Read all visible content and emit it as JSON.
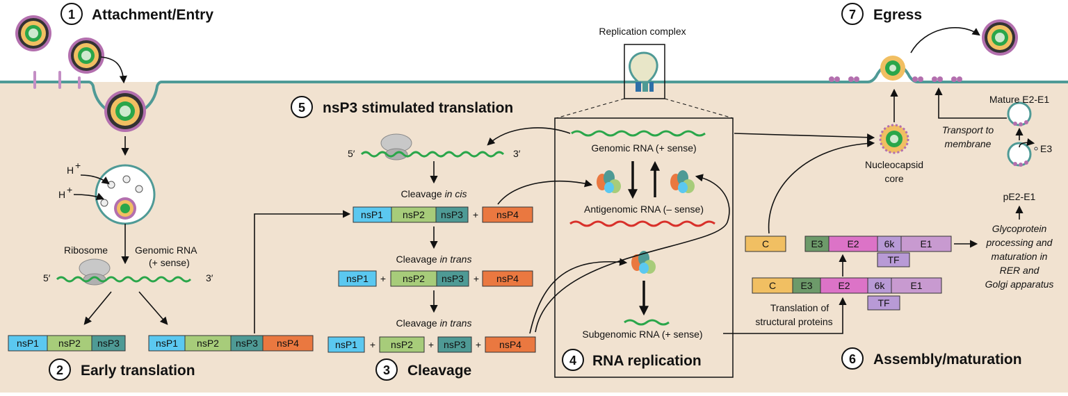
{
  "steps": {
    "s1": {
      "num": "1",
      "title": "Attachment/Entry"
    },
    "s2": {
      "num": "2",
      "title": "Early translation"
    },
    "s3": {
      "num": "3",
      "title": "Cleavage"
    },
    "s4": {
      "num": "4",
      "title": "RNA replication"
    },
    "s5": {
      "num": "5",
      "title": "nsP3 stimulated translation"
    },
    "s6": {
      "num": "6",
      "title": "Assembly/maturation"
    },
    "s7": {
      "num": "7",
      "title": "Egress"
    }
  },
  "labels": {
    "replication_complex": "Replication complex",
    "h_plus": "H",
    "h_sup": "+",
    "ribosome": "Ribosome",
    "genomic_rna_1": "Genomic RNA",
    "genomic_rna_2": "(+ sense)",
    "five_prime": "5′",
    "three_prime": "3′",
    "cleavage": "Cleavage ",
    "in_cis": "in cis",
    "in_trans": "in trans",
    "genomic_rna_plus": "Genomic RNA (+ sense)",
    "antigenomic_rna": "Antigenomic RNA (– sense)",
    "subgenomic_rna": "Subgenomic RNA (+ sense)",
    "nucleocapsid_1": "Nucleocapsid",
    "nucleocapsid_2": "core",
    "mature": "Mature E2-E1",
    "transport_1": "Transport to",
    "transport_2": "membrane",
    "e3": "E3",
    "pe2e1": "pE2-E1",
    "glyco_1": "Glycoprotein",
    "glyco_2": "processing and",
    "glyco_3": "maturation in",
    "glyco_4": "RER and",
    "glyco_5": "Golgi apparatus",
    "translation_1": "Translation of",
    "translation_2": "structural proteins",
    "plus": "+"
  },
  "proteins": {
    "nsP1": "nsP1",
    "nsP2": "nsP2",
    "nsP3": "nsP3",
    "nsP4": "nsP4",
    "C": "C",
    "E3": "E3",
    "E2": "E2",
    "6k": "6k",
    "E1": "E1",
    "TF": "TF"
  },
  "colors": {
    "cytoplasm": "#f1e2d0",
    "membrane": "#4f9a96",
    "rna_plus": "#2aa64a",
    "rna_minus": "#d8302a",
    "nsP1": "#5bc8f0",
    "nsP2": "#a7cc7a",
    "nsP3": "#4e9a95",
    "nsP4": "#ea7840",
    "C": "#f1bf62",
    "E3": "#6d9a6a",
    "E2": "#dc73c7",
    "6k": "#b89ad6",
    "E1": "#c89ad0",
    "TF": "#b89ad6"
  }
}
